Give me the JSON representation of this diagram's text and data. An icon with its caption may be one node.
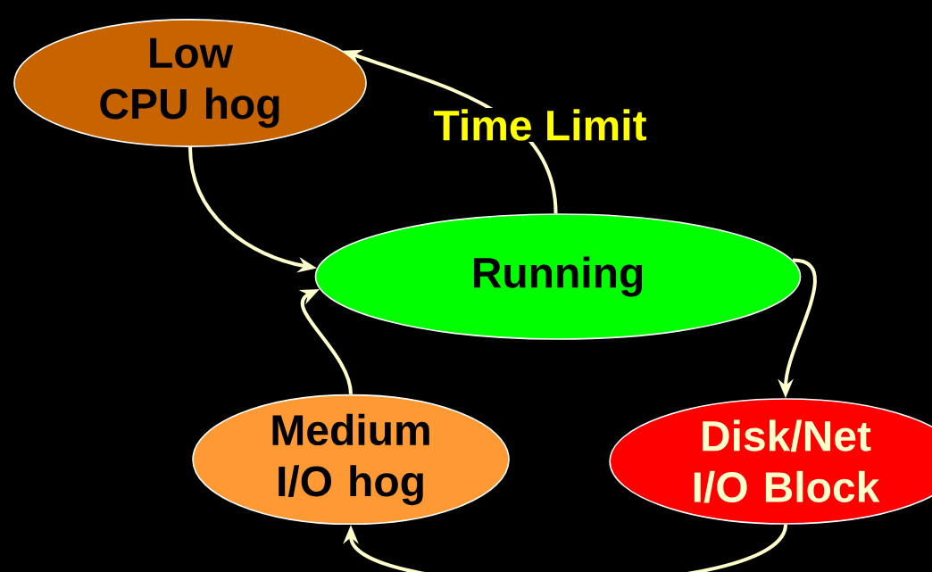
{
  "diagram": {
    "nodes": [
      {
        "text": [
          "Low CPU hog"
        ]
      },
      {
        "text": [
          "Running"
        ]
      },
      {
        "text": [
          "Medium I/O hog"
        ]
      },
      {
        "text": [
          "Disk/Net I/O Block"
        ]
      }
    ],
    "edges": [
      {
        "from": 1,
        "to": 0,
        "arrow": "to",
        "label": "Time Limit"
      },
      {
        "from": 0,
        "to": 1,
        "arrow": "to"
      },
      {
        "from": 1,
        "to": 3,
        "arrow": "to"
      },
      {
        "from": 3,
        "to": 2,
        "arrow": "to"
      },
      {
        "from": 2,
        "to": 1,
        "arrow": "to"
      }
    ]
  }
}
